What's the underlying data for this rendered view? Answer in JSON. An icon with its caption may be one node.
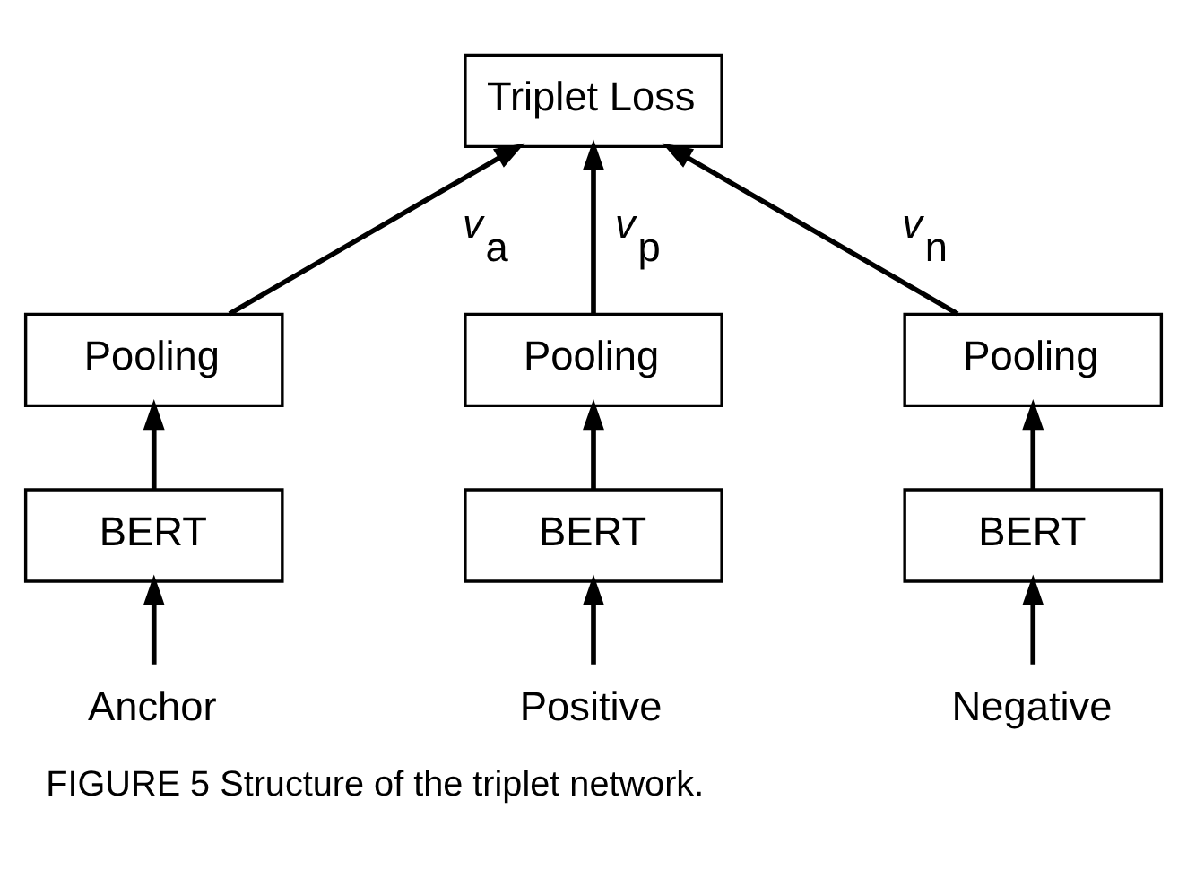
{
  "diagram": {
    "caption": "FIGURE 5 Structure of the triplet network.",
    "nodes": [
      {
        "text": [
          "Triplet Loss"
        ]
      },
      {
        "text": [
          "Pooling"
        ]
      },
      {
        "text": [
          "Pooling"
        ]
      },
      {
        "text": [
          "Pooling"
        ]
      },
      {
        "text": [
          "BERT"
        ]
      },
      {
        "text": [
          "BERT"
        ]
      },
      {
        "text": [
          "BERT"
        ]
      },
      {
        "text": [
          "Anchor"
        ]
      },
      {
        "text": [
          "Positive"
        ]
      },
      {
        "text": [
          "Negative"
        ]
      }
    ],
    "edges": [
      {
        "from": 7,
        "to": 4,
        "arrow": "to"
      },
      {
        "from": 8,
        "to": 5,
        "arrow": "to"
      },
      {
        "from": 9,
        "to": 6,
        "arrow": "to"
      },
      {
        "from": 4,
        "to": 1,
        "arrow": "to"
      },
      {
        "from": 5,
        "to": 2,
        "arrow": "to"
      },
      {
        "from": 6,
        "to": 3,
        "arrow": "to"
      },
      {
        "from": 1,
        "to": 0,
        "arrow": "to",
        "label": "*v*$_{a}$"
      },
      {
        "from": 2,
        "to": 0,
        "arrow": "to",
        "label": "*v*$_{p}$"
      },
      {
        "from": 3,
        "to": 0,
        "arrow": "to",
        "label": "*v*$_{n}$"
      }
    ]
  }
}
